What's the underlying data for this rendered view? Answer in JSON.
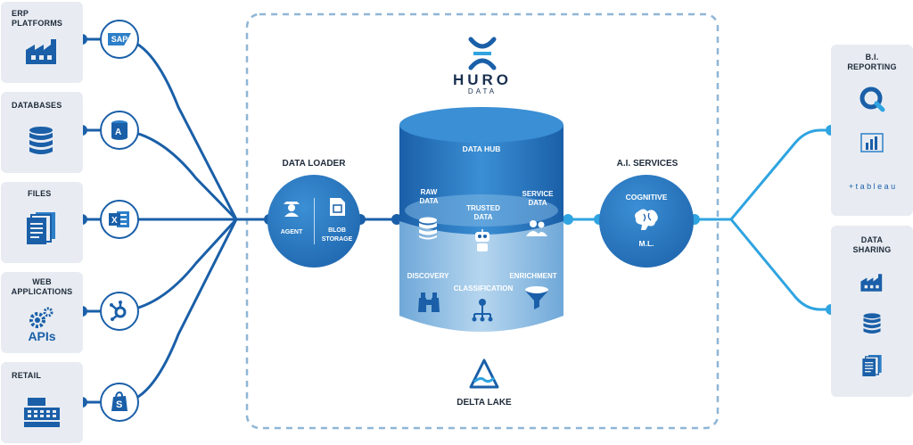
{
  "sources": [
    {
      "title": "ERP\nPLATFORMS",
      "icon": "factory-icon",
      "connector": "SAP"
    },
    {
      "title": "DATABASES",
      "icon": "database-icon",
      "connector": "azure-sql-icon"
    },
    {
      "title": "FILES",
      "icon": "files-icon",
      "connector": "excel-icon"
    },
    {
      "title": "WEB\nAPPLICATIONS",
      "icon": "gears-icon",
      "sub": "APIs",
      "connector": "hubspot-icon"
    },
    {
      "title": "RETAIL",
      "icon": "cash-register-icon",
      "connector": "shopify-icon"
    }
  ],
  "logo": {
    "name": "HURO",
    "sub": "DATA"
  },
  "loader": {
    "title": "DATA LOADER",
    "agent": "AGENT",
    "storage": "BLOB\nSTORAGE"
  },
  "hub": {
    "title": "DATA HUB",
    "raw": "RAW\nDATA",
    "trusted": "TRUSTED\nDATA",
    "service": "SERVICE\nDATA",
    "discovery": "DISCOVERY",
    "classification": "CLASSIFICATION",
    "enrichment": "ENRICHMENT"
  },
  "ai": {
    "title": "A.I. SERVICES",
    "cognitive": "COGNITIVE",
    "ml": "M.L."
  },
  "delta": {
    "label": "DELTA LAKE"
  },
  "outputs": [
    {
      "title": "B.I.\nREPORTING",
      "items": [
        "qlik-icon",
        "power-bi-icon",
        "tableau"
      ],
      "tableau_text": "+ t a b l e a u"
    },
    {
      "title": "DATA\nSHARING",
      "items": [
        "factory-icon",
        "database-icon",
        "files-icon"
      ]
    }
  ],
  "colors": {
    "dark": "#1a5fa8",
    "mid": "#2d7fc8",
    "light": "#3aa0e0",
    "panel": "#e8ecf2",
    "dashed": "#8fb6d6"
  }
}
